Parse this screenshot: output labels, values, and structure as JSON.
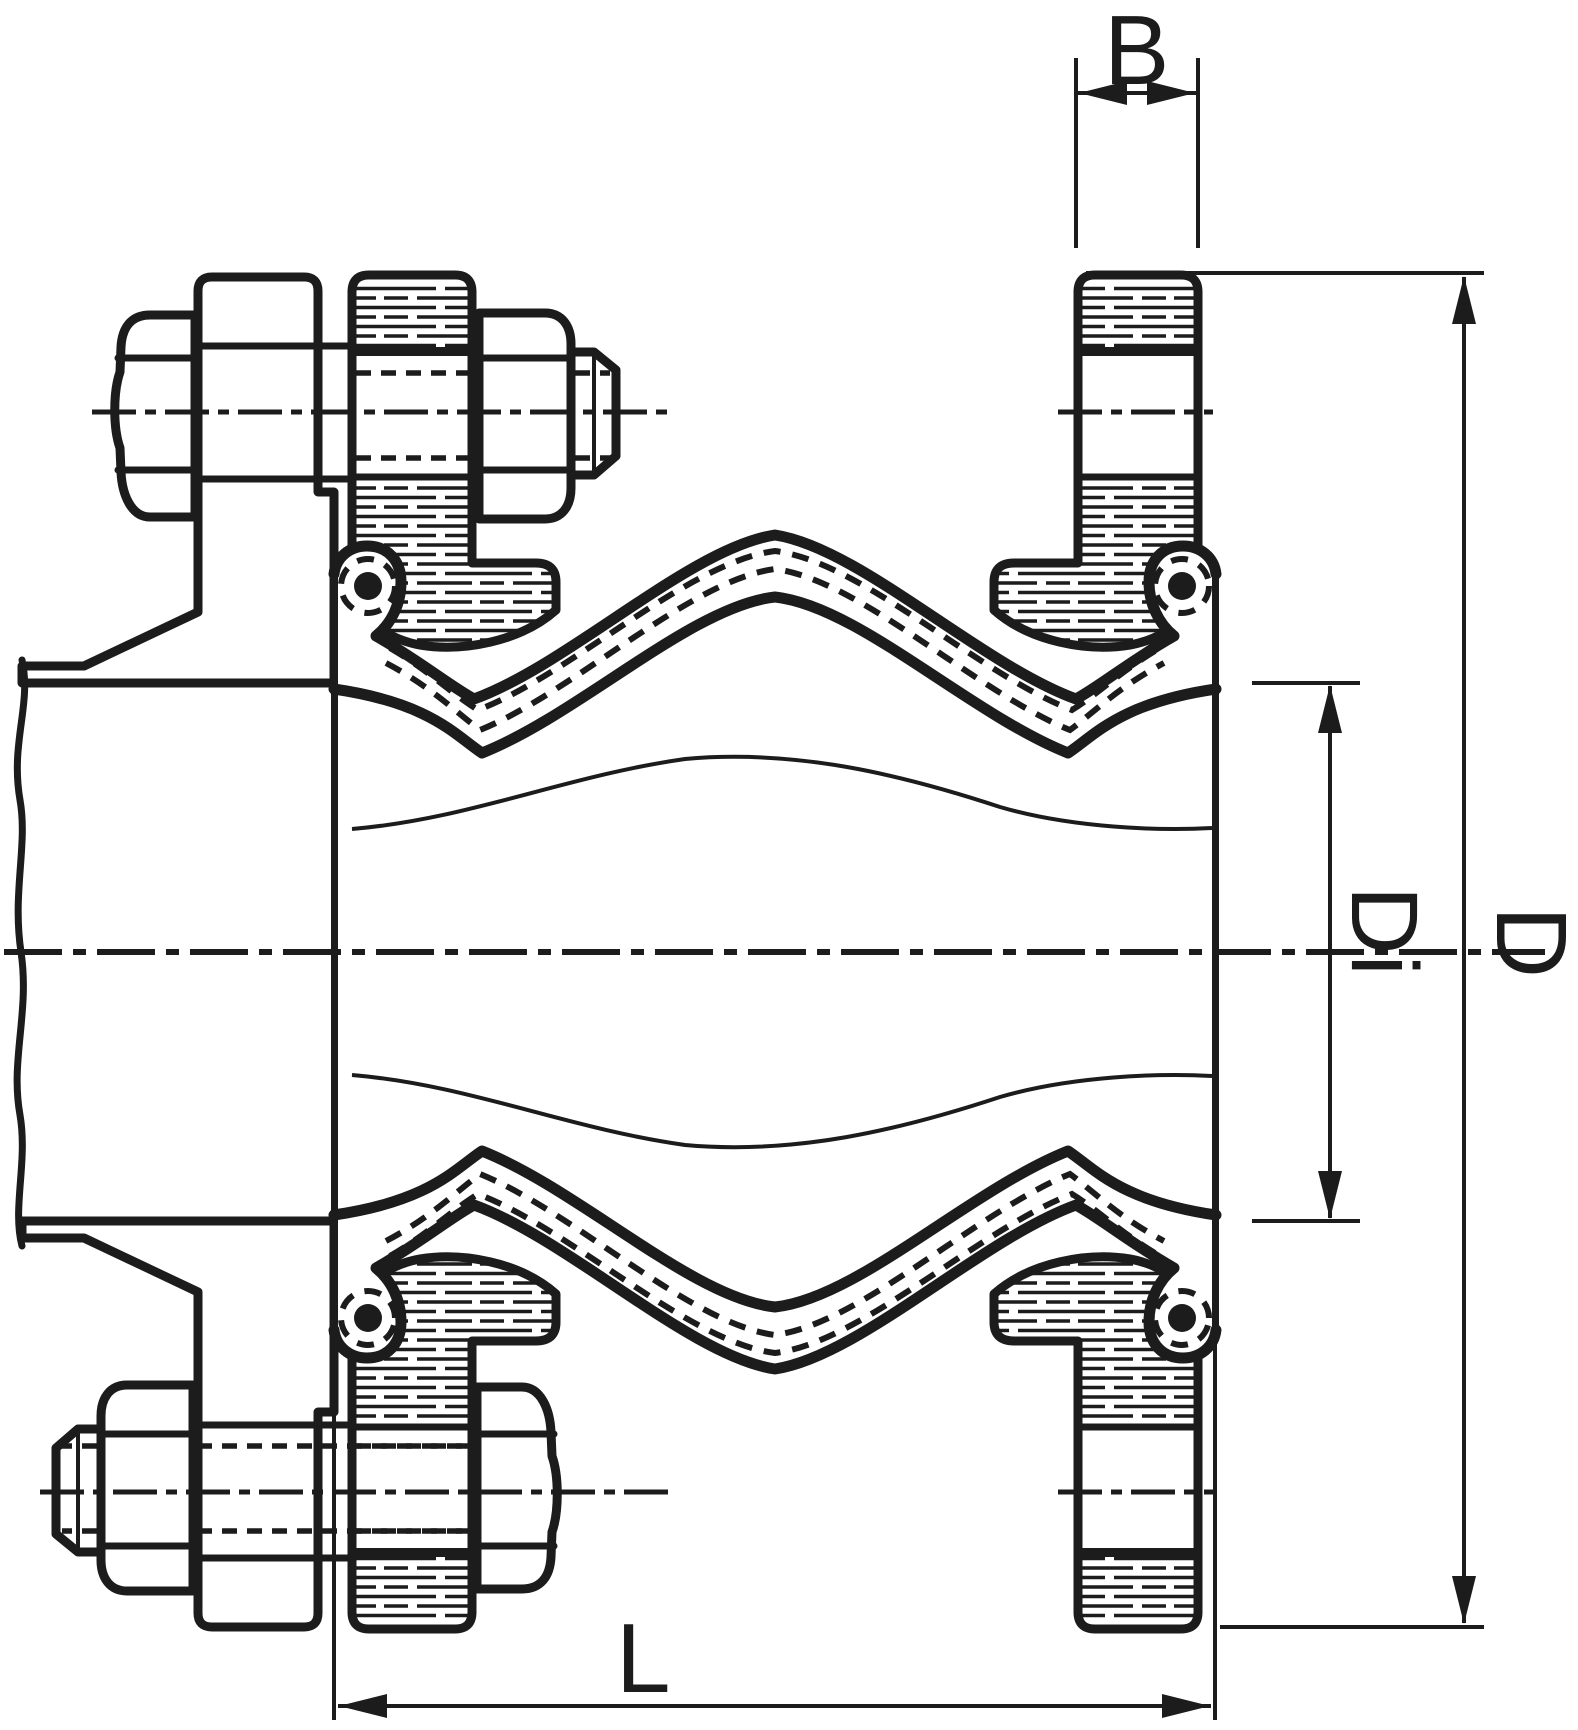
{
  "drawing": {
    "kind": "technical-section-drawing",
    "colors": {
      "background": "#ffffff",
      "ink": "#1c1c1c"
    },
    "dimensions": {
      "flange_width": {
        "label": "B"
      },
      "outer_diameter": {
        "label": "D"
      },
      "inner_diameter": {
        "label": "Di"
      },
      "overall_length": {
        "label": "L"
      }
    }
  }
}
